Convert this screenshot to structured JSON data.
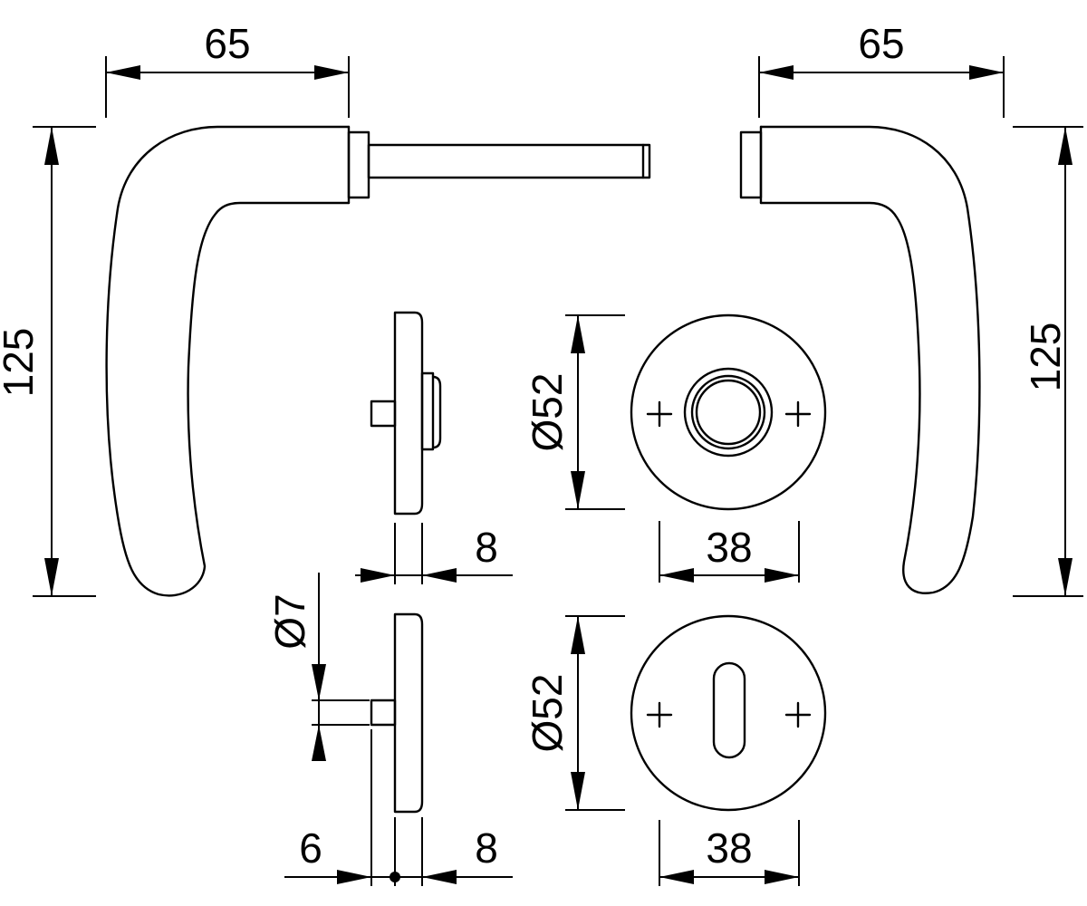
{
  "handle_left": {
    "width_label": "65",
    "height_label": "125"
  },
  "handle_right": {
    "width_label": "65",
    "height_label": "125"
  },
  "rose_side": {
    "thickness_label": "8"
  },
  "rose_front": {
    "diameter_label": "Ø52",
    "spacing_label": "38"
  },
  "escutcheon_side": {
    "pin_diameter_label": "Ø7",
    "pin_length_label": "6",
    "thickness_label": "8"
  },
  "escutcheon_front": {
    "diameter_label": "Ø52",
    "spacing_label": "38"
  }
}
